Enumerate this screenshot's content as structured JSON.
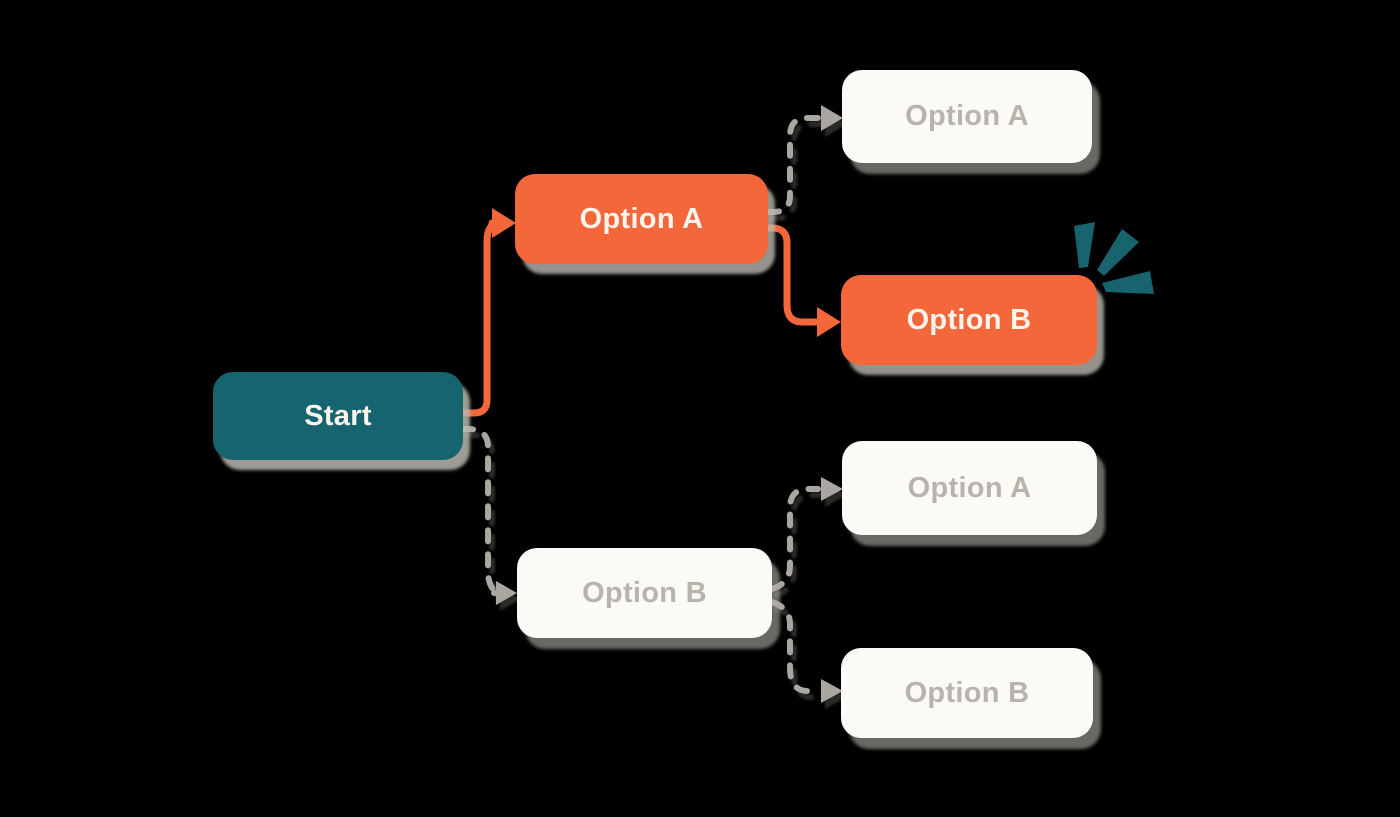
{
  "diagram": {
    "type": "decision-tree-flowchart",
    "nodes": [
      {
        "id": "start",
        "label": "Start",
        "variant": "start",
        "column": 1
      },
      {
        "id": "option-a-1",
        "label": "Option A",
        "variant": "selected",
        "column": 2
      },
      {
        "id": "option-a-2",
        "label": "Option A",
        "variant": "unselected",
        "column": 3
      },
      {
        "id": "option-b-1",
        "label": "Option B",
        "variant": "selected",
        "column": 3,
        "emphasized": true
      },
      {
        "id": "option-a-3",
        "label": "Option A",
        "variant": "unselected",
        "column": 3
      },
      {
        "id": "option-b-2",
        "label": "Option B",
        "variant": "unselected",
        "column": 2
      },
      {
        "id": "option-b-3",
        "label": "Option B",
        "variant": "unselected",
        "column": 3
      }
    ],
    "edges": [
      {
        "from": "start",
        "to": "option-a-1",
        "style": "solid-selected"
      },
      {
        "from": "option-a-1",
        "to": "option-a-2",
        "style": "dashed"
      },
      {
        "from": "option-a-1",
        "to": "option-b-1",
        "style": "solid-selected"
      },
      {
        "from": "start",
        "to": "option-b-2",
        "style": "dashed"
      },
      {
        "from": "option-b-2",
        "to": "option-a-3",
        "style": "dashed"
      },
      {
        "from": "option-b-2",
        "to": "option-b-3",
        "style": "dashed"
      }
    ],
    "emphasis_icon": "burst-marks",
    "colors": {
      "background": "#000000",
      "node_start": "#16646f",
      "node_selected": "#f4673a",
      "node_unselected": "#fbfaf6",
      "text_on_color": "#fdf4ec",
      "text_unselected": "#b7b4ac",
      "edge_selected": "#f4673a",
      "edge_dashed": "#a9a7a0",
      "burst": "#17646e"
    }
  }
}
